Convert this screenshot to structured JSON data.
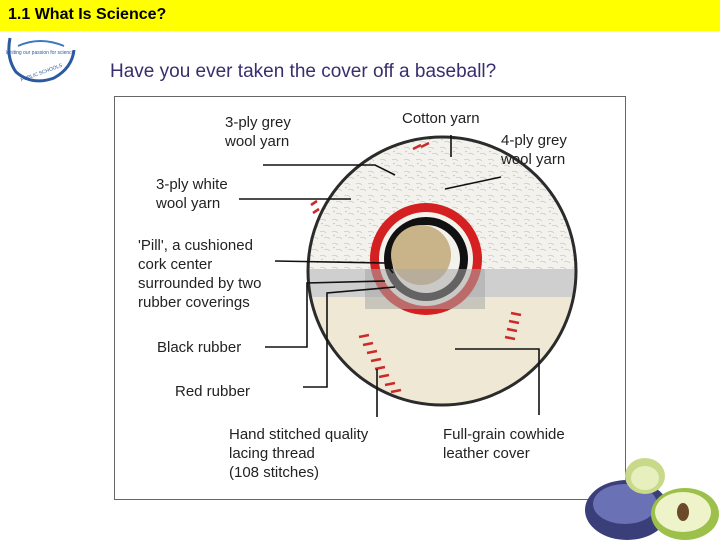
{
  "header": {
    "title": "1.1  What Is Science?"
  },
  "logo": {
    "icon": "school-seal-icon",
    "text_top": "Igniting our passion for science",
    "text_ring": "PUBLIC SCHOOLS"
  },
  "slide": {
    "question": "Have you ever taken the cover off a baseball?"
  },
  "diagram": {
    "labels": {
      "grey_wool_3ply": "3-ply grey\nwool yarn",
      "cotton_yarn": "Cotton yarn",
      "grey_wool_4ply": "4-ply grey\nwool yarn",
      "white_wool_3ply": "3-ply white\nwool yarn",
      "pill": "'Pill', a cushioned\ncork center\nsurrounded by two\nrubber coverings",
      "black_rubber": "Black rubber",
      "red_rubber": "Red rubber",
      "lacing_thread": "Hand stitched quality\nlacing thread\n(108 stitches)",
      "cowhide_cover": "Full-grain cowhide\nleather cover"
    },
    "colors": {
      "cork": "#c9b48a",
      "black_rubber": "#111111",
      "red_rubber": "#d42020",
      "leather": "#efe8d4",
      "stitch": "#cc2a2a"
    }
  },
  "decor": {
    "icon": "apple-halves-icon"
  }
}
